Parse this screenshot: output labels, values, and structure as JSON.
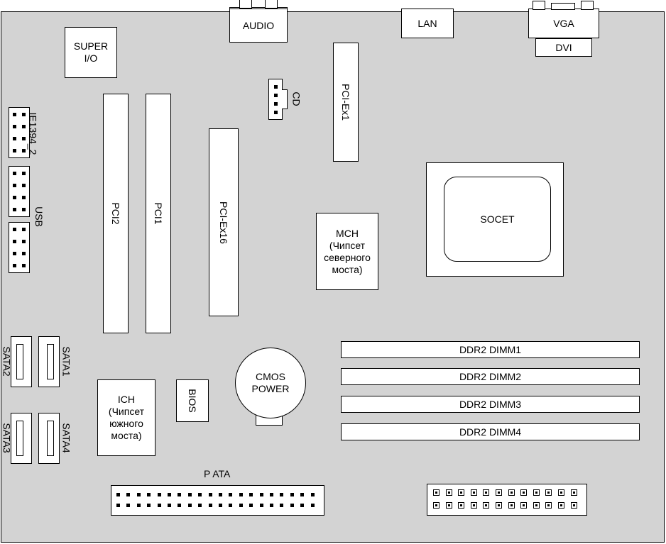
{
  "labels": {
    "audio": "AUDIO",
    "lan": "LAN",
    "vga": "VGA",
    "dvi": "DVI",
    "super_io": "SUPER\nI/O",
    "cd": "CD",
    "pci_ex1": "PCI-Ex1",
    "ie1394": "IE1394_2",
    "usb": "USB",
    "pci2": "PCI2",
    "pci1": "PCI1",
    "pci_ex16": "PCI-Ex16",
    "mch": "MCH\n(Чипсет\nсеверного\nмоста)",
    "socet": "SOCET",
    "ddr2_dimm1": "DDR2 DIMM1",
    "ddr2_dimm2": "DDR2 DIMM2",
    "ddr2_dimm3": "DDR2 DIMM3",
    "ddr2_dimm4": "DDR2 DIMM4",
    "sata1": "SATA1",
    "sata2": "SATA2",
    "sata3": "SATA3",
    "sata4": "SATA4",
    "cmos_power": "CMOS\nPOWER",
    "ich": "ICH\n(Чипсет\nюжного\nмоста)",
    "bios": "BIOS",
    "pata": "P ATA"
  },
  "colors": {
    "board": "#d3d3d3",
    "component": "#ffffff",
    "outline": "#000000"
  }
}
